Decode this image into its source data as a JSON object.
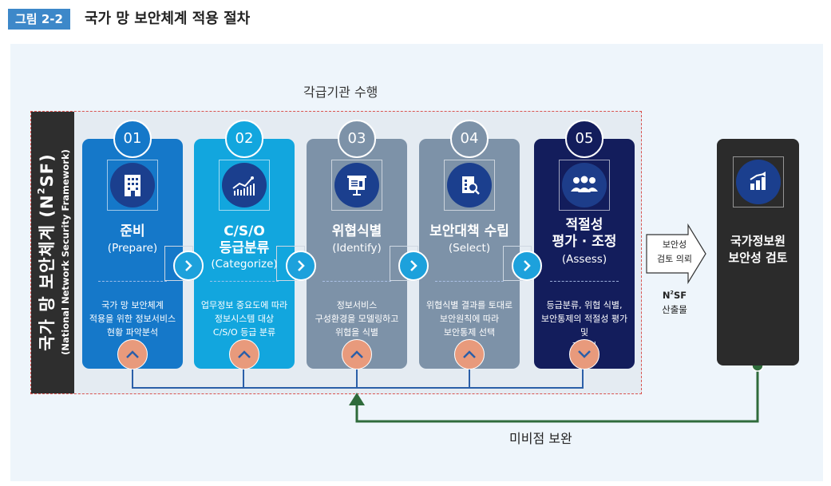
{
  "figure": {
    "badge": "그림 2-2",
    "title": "국가 망 보안체계 적용 절차"
  },
  "agency_label": "각급기관 수행",
  "framework": {
    "main": "국가 망 보안체계 (N",
    "sup": "2",
    "main_end": "SF)",
    "sub": "(National Network Security Framework)"
  },
  "steps": [
    {
      "num": "01",
      "title": "준비",
      "en": "(Prepare)",
      "icon": "building-icon",
      "desc": "국가 망 보안체계\n적용을 위한 정보서비스\n현황 파악분석",
      "color": "#1578c9",
      "arrow": "up"
    },
    {
      "num": "02",
      "title": "C/S/O\n등급분류",
      "en": "(Categorize)",
      "icon": "chart-icon",
      "desc": "업무정보 중요도에 따라\n정보시스템 대상\nC/S/O 등급 분류",
      "color": "#12a6de",
      "arrow": "up"
    },
    {
      "num": "03",
      "title": "위협식별",
      "en": "(Identify)",
      "icon": "presentation-icon",
      "desc": "정보서비스\n구성환경을 모델링하고\n위협을 식별",
      "color": "#7d92a8",
      "arrow": "up"
    },
    {
      "num": "04",
      "title": "보안대책 수립",
      "en": "(Select)",
      "icon": "document-search-icon",
      "desc": "위협식별 결과를 토대로\n보안원칙에 따라\n보안통제 선택",
      "color": "#7d92a8",
      "arrow": "up"
    },
    {
      "num": "05",
      "title": "적절성\n평가 · 조정",
      "en": "(Assess)",
      "icon": "group-icon",
      "desc": "등급분류, 위협 식별,\n보안통제의 적절성 평가 및\n재조정",
      "color": "#131d5c",
      "arrow": "down"
    }
  ],
  "review_request": "보안성\n검토 의뢰",
  "output": {
    "nsf_prefix": "N",
    "nsf_sup": "2",
    "nsf_suffix": "SF",
    "label": "산출물"
  },
  "nis": {
    "title": "국가정보원\n보안성 검토",
    "icon": "growth-chart-icon"
  },
  "loop_label": "미비점 보완",
  "colors": {
    "accent": "#3d88c9",
    "loop_line": "#2f6b3b",
    "feedback_line": "#2b5fa8",
    "dashed_border": "#d9534f"
  }
}
